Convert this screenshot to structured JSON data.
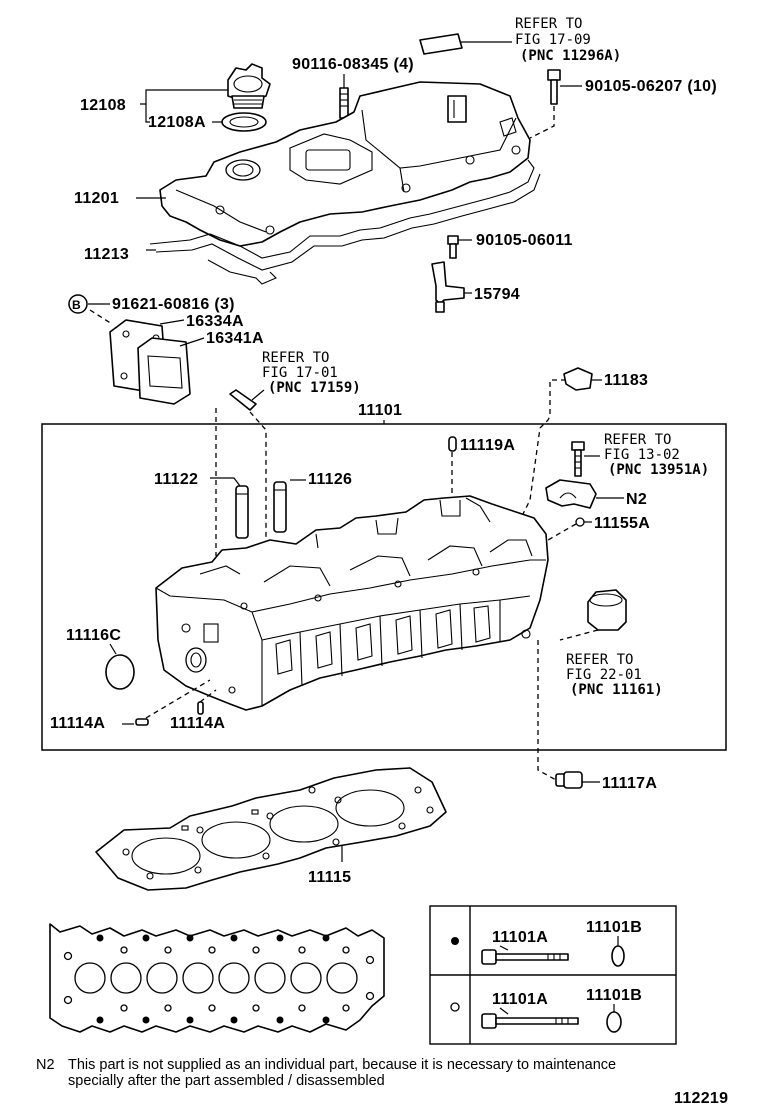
{
  "references": {
    "fig_17_09": {
      "line1": "REFER TO",
      "line2": "FIG 17-09",
      "line3": "(PNC 11296A)"
    },
    "fig_17_01": {
      "line1": "REFER TO",
      "line2": "FIG 17-01",
      "line3": "(PNC 17159)"
    },
    "fig_13_02": {
      "line1": "REFER TO",
      "line2": "FIG 13-02",
      "line3": "(PNC 13951A)"
    },
    "fig_22_01": {
      "line1": "REFER TO",
      "line2": "FIG 22-01",
      "line3": "(PNC 11161)"
    }
  },
  "labels": {
    "p12108": "12108",
    "p12108a": "12108A",
    "p90116": "90116-08345 (4)",
    "p90105_06207": "90105-06207 (10)",
    "p11201": "11201",
    "p11213": "11213",
    "p90105_06011": "90105-06011",
    "p15794": "15794",
    "p91621": "91621-60816 (3)",
    "p91621_marker": "B",
    "p16334a": "16334A",
    "p16341a": "16341A",
    "p11183": "11183",
    "p11101": "11101",
    "p11119a": "11119A",
    "p11122": "11122",
    "p11126": "11126",
    "pN2": "N2",
    "p11155a": "11155A",
    "p11116c": "11116C",
    "p11114a_left": "11114A",
    "p11114a_right": "11114A",
    "p11117a": "11117A",
    "p11115": "11115"
  },
  "bolt_table": {
    "row1": {
      "bolt": "11101A",
      "washer": "11101B"
    },
    "row2": {
      "bolt": "11101A",
      "washer": "11101B"
    }
  },
  "footnote": {
    "tag": "N2",
    "line1": "This part is not supplied as an individual part, because it is necessary to maintenance",
    "line2": "specially after the part assembled / disassembled"
  },
  "figure_number": "112219"
}
